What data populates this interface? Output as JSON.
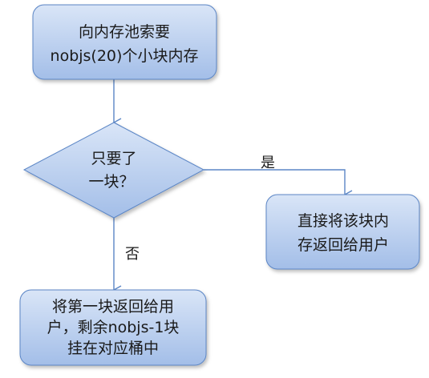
{
  "nodes": {
    "start": {
      "lines": [
        "向内存池索要",
        "nobjs(20)个小块内存"
      ]
    },
    "decision": {
      "lines": [
        "只要了",
        "一块？"
      ]
    },
    "yes_action": {
      "lines": [
        "直接将该块内",
        "存返回给用户"
      ]
    },
    "no_action": {
      "lines": [
        "将第一块返回给用",
        "户，剩余nobjs-1块",
        "挂在对应桶中"
      ]
    }
  },
  "edges": {
    "yes_label": "是",
    "no_label": "否"
  },
  "colors": {
    "box_fill_top": "#d6e2f5",
    "box_fill_bottom": "#9fbbe6",
    "box_stroke": "#5b86c6",
    "arrow": "#5b86c6"
  }
}
